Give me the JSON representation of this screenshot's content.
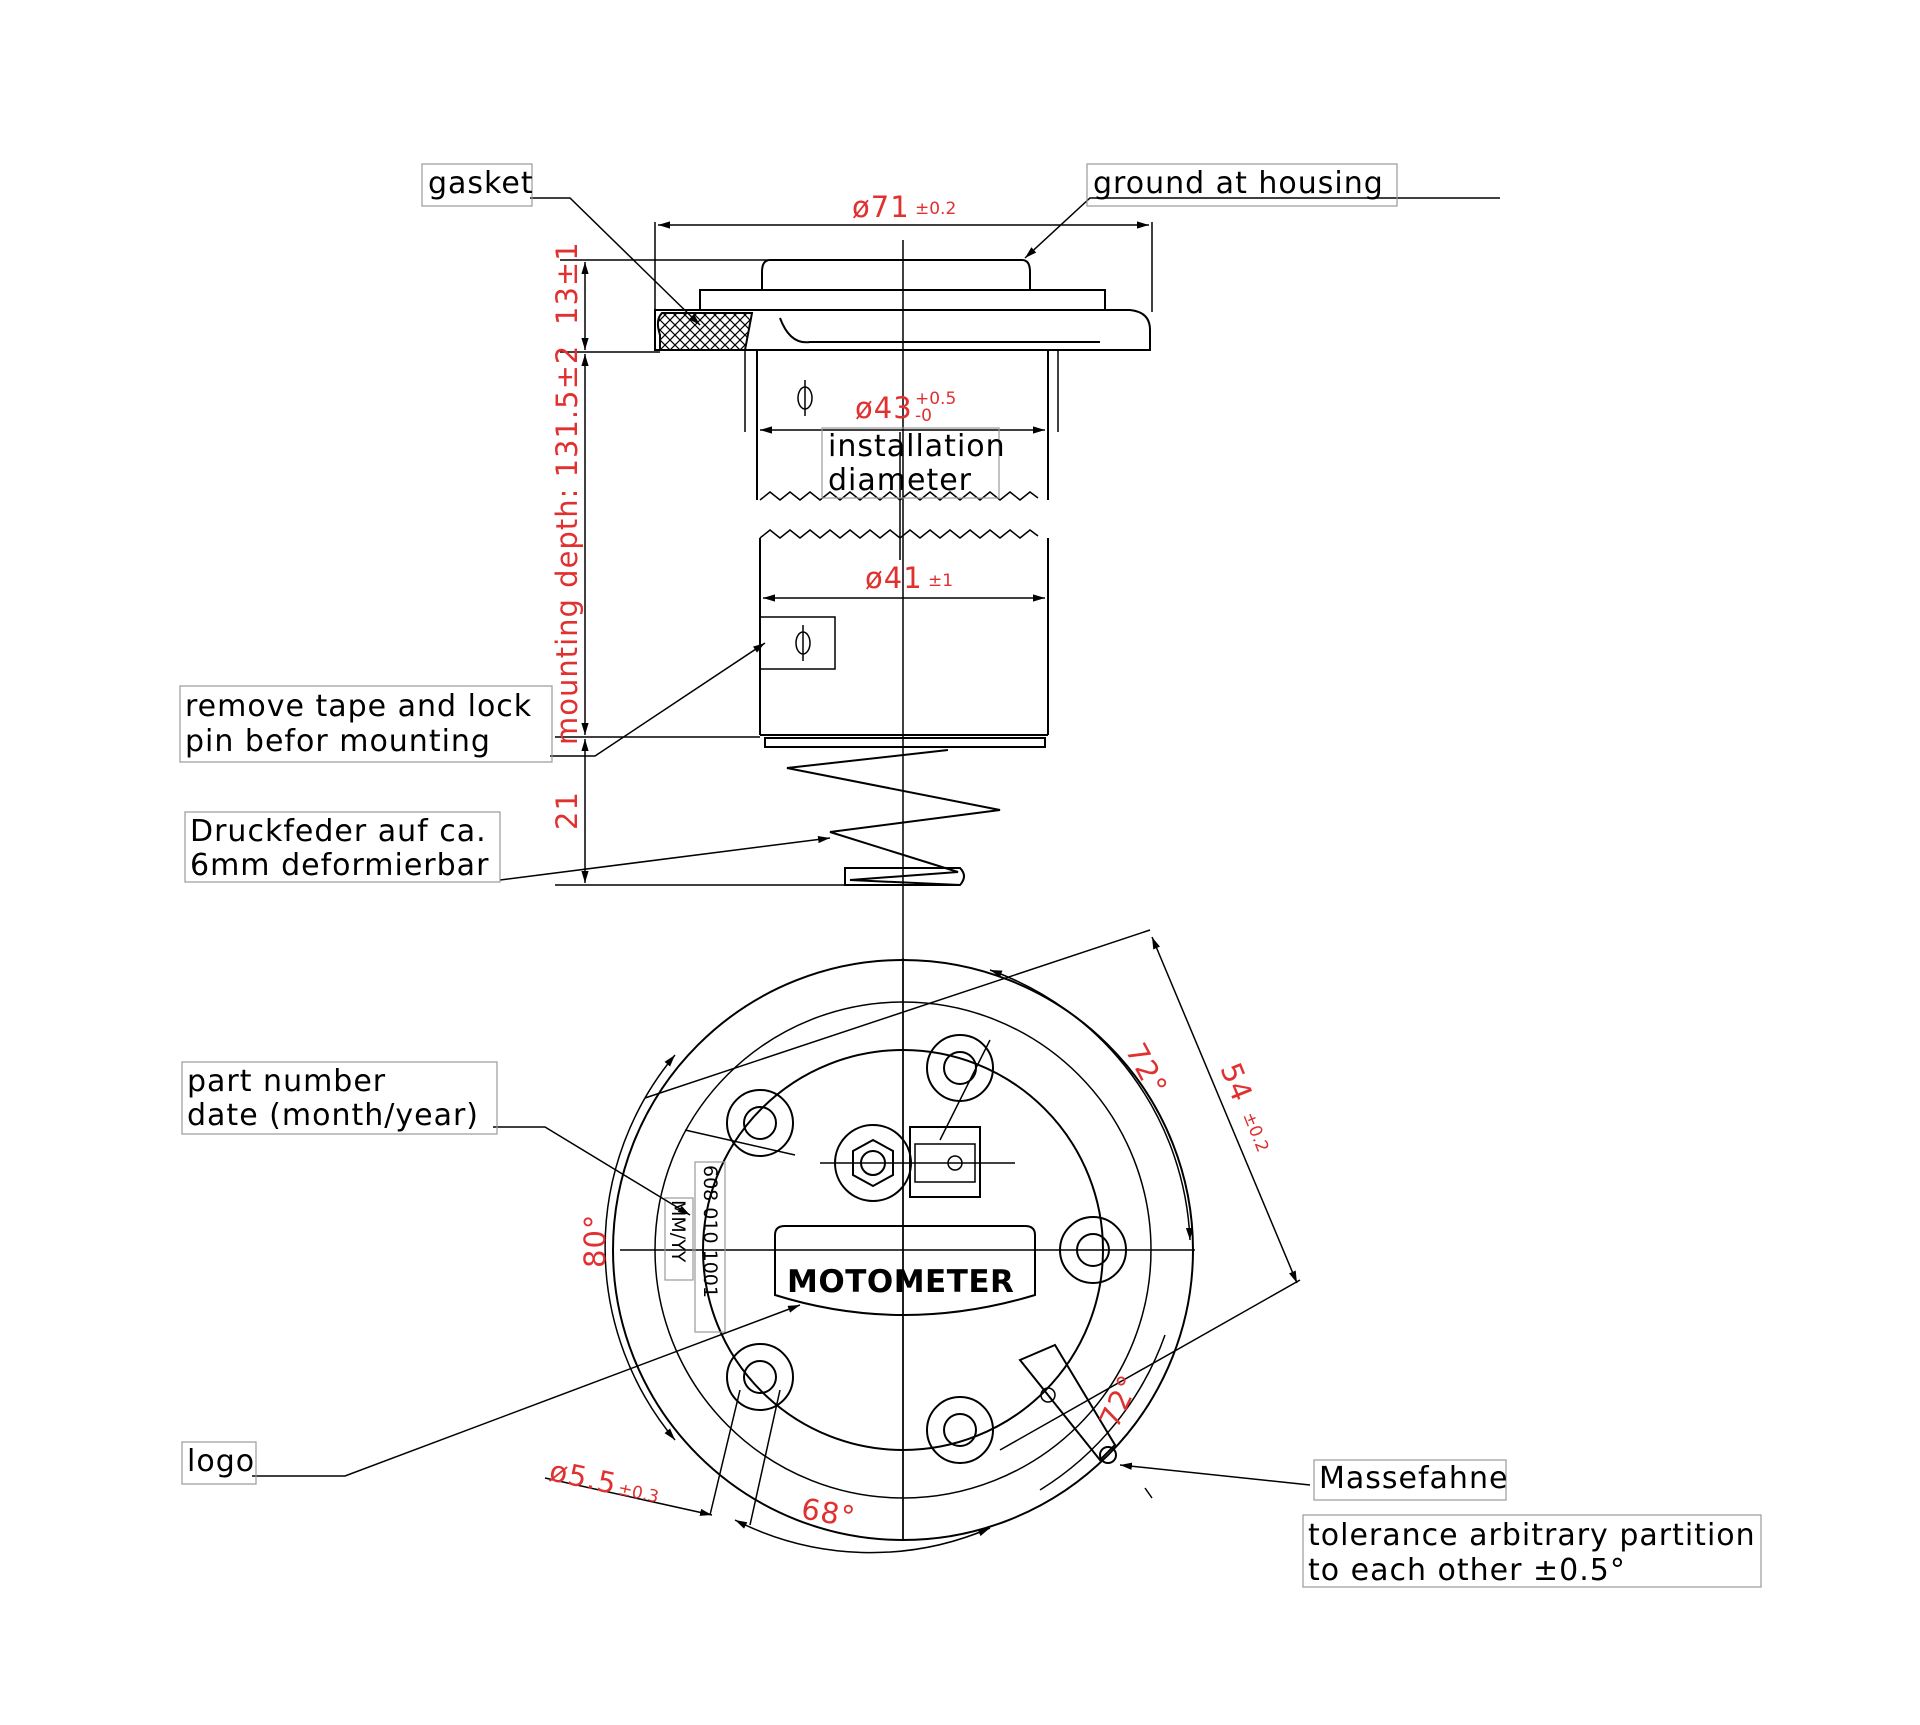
{
  "labels": {
    "gasket": "gasket",
    "ground_at_housing": "ground at housing",
    "installation_line1": "installation",
    "installation_line2": "diameter",
    "remove_line1": "remove tape and lock",
    "remove_line2": "pin befor mounting",
    "druck_line1": "Druckfeder auf ca.",
    "druck_line2": "6mm deformierbar",
    "part_line1": "part number",
    "part_line2": "date (month/year)",
    "logo_label": "logo",
    "massefahne": "Massefahne",
    "tolerance_line1": "tolerance arbitrary partition",
    "tolerance_line2": "to each other ±0.5°"
  },
  "dimensions": {
    "d71": "ø71",
    "d71_tol": "±0.2",
    "d43": "ø43",
    "d43_tol_upper": "+0.5",
    "d43_tol_lower": "-0",
    "d41": "ø41",
    "d41_tol": "±1",
    "h13": "13±1",
    "mounting_depth": "mounting depth: 131.5±2",
    "h21": "21",
    "angle72_top": "72°",
    "r54": "54",
    "r54_tol": "±0.2",
    "angle80": "80°",
    "angle72_bottom": "72°",
    "hole55": "ø5.5",
    "hole55_tol": "±0.3",
    "angle68": "68°"
  },
  "markings": {
    "part_number": "608 010 1001",
    "date_code": "MM/YY",
    "brand": "MOTOMETER"
  },
  "colors": {
    "dimension_text": "#e03030",
    "line": "#000000",
    "label_box": "#9a9a9a"
  }
}
